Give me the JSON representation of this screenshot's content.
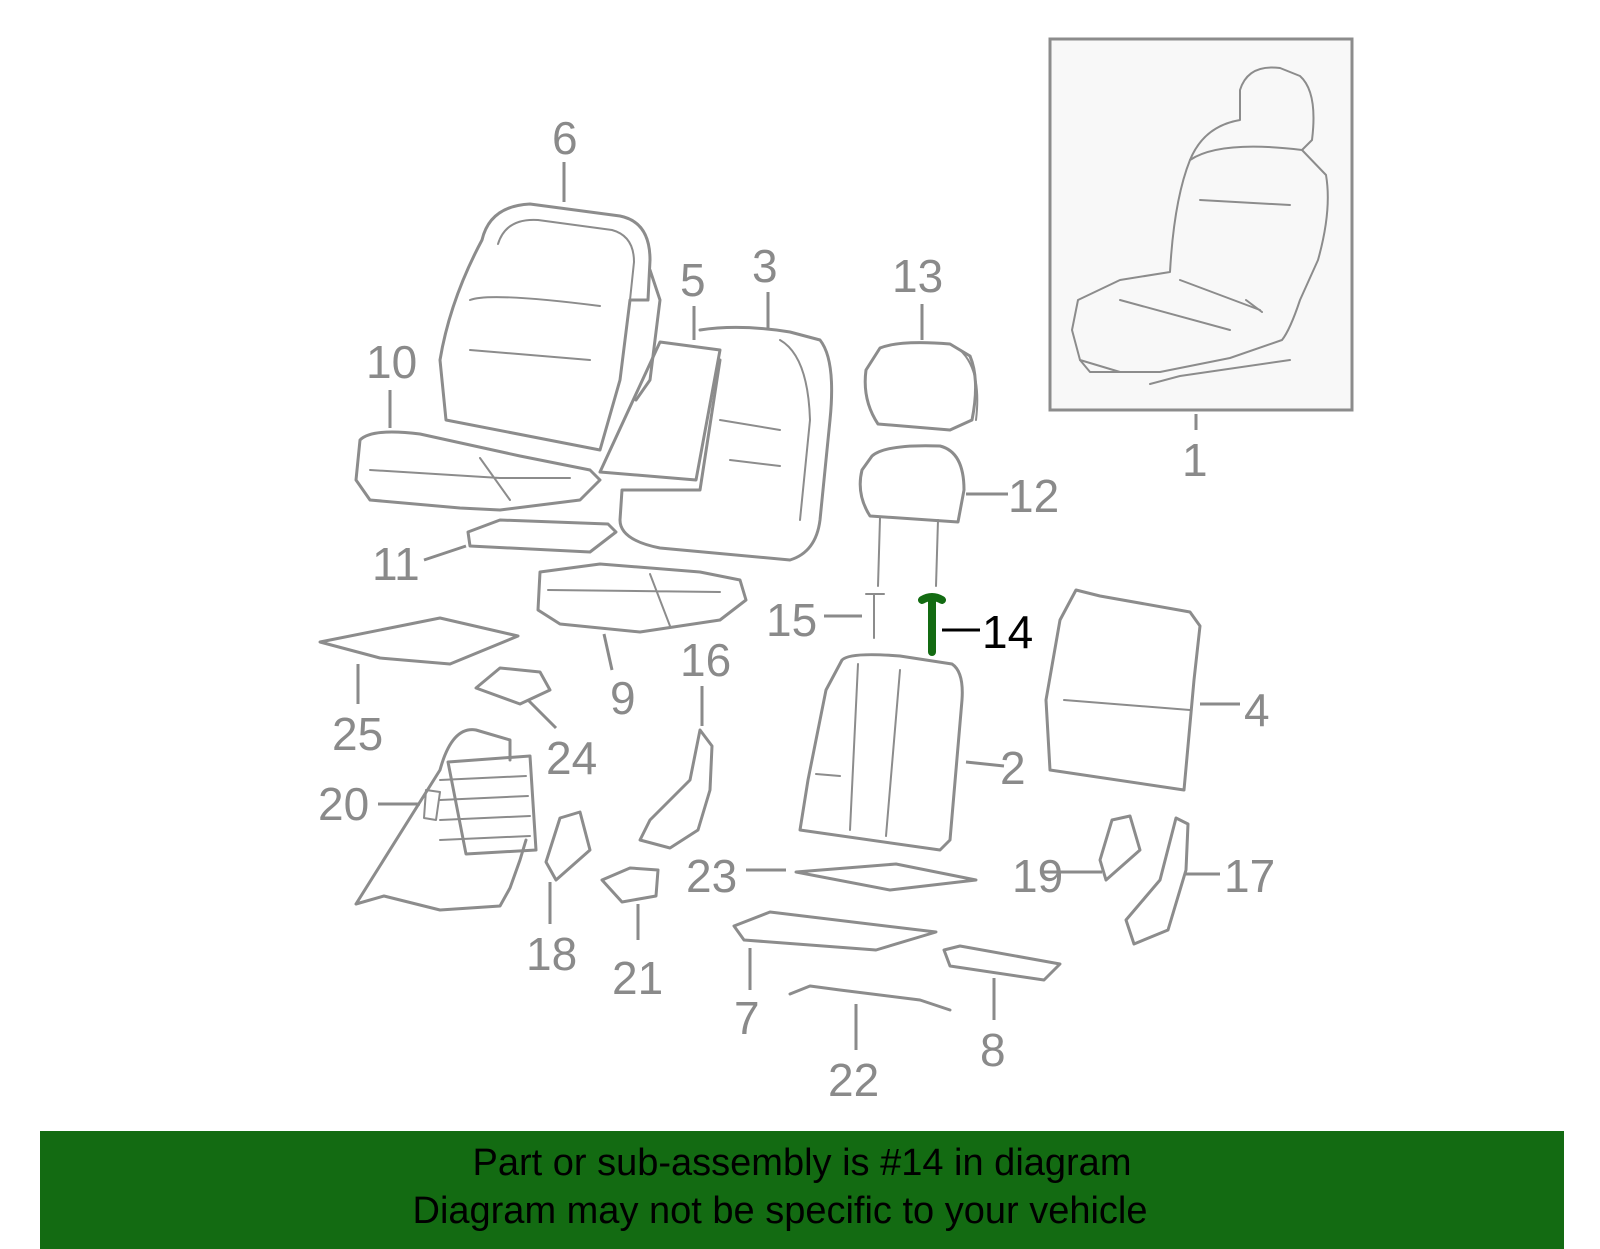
{
  "diagram": {
    "highlight_color": "#136b12",
    "line_color": "#8c8c8c",
    "callouts": [
      {
        "id": "1",
        "label": "1"
      },
      {
        "id": "2",
        "label": "2"
      },
      {
        "id": "3",
        "label": "3"
      },
      {
        "id": "4",
        "label": "4"
      },
      {
        "id": "5",
        "label": "5"
      },
      {
        "id": "6",
        "label": "6"
      },
      {
        "id": "7",
        "label": "7"
      },
      {
        "id": "8",
        "label": "8"
      },
      {
        "id": "9",
        "label": "9"
      },
      {
        "id": "10",
        "label": "10"
      },
      {
        "id": "11",
        "label": "11"
      },
      {
        "id": "12",
        "label": "12"
      },
      {
        "id": "13",
        "label": "13"
      },
      {
        "id": "14",
        "label": "14",
        "highlighted": true
      },
      {
        "id": "15",
        "label": "15"
      },
      {
        "id": "16",
        "label": "16"
      },
      {
        "id": "17",
        "label": "17"
      },
      {
        "id": "18",
        "label": "18"
      },
      {
        "id": "19",
        "label": "19"
      },
      {
        "id": "20",
        "label": "20"
      },
      {
        "id": "21",
        "label": "21"
      },
      {
        "id": "22",
        "label": "22"
      },
      {
        "id": "23",
        "label": "23"
      },
      {
        "id": "24",
        "label": "24"
      },
      {
        "id": "25",
        "label": "25"
      }
    ]
  },
  "banner": {
    "line1": "Part or sub-assembly is #14 in diagram",
    "line2": "Diagram may not be specific to your vehicle",
    "background": "#136b12"
  }
}
